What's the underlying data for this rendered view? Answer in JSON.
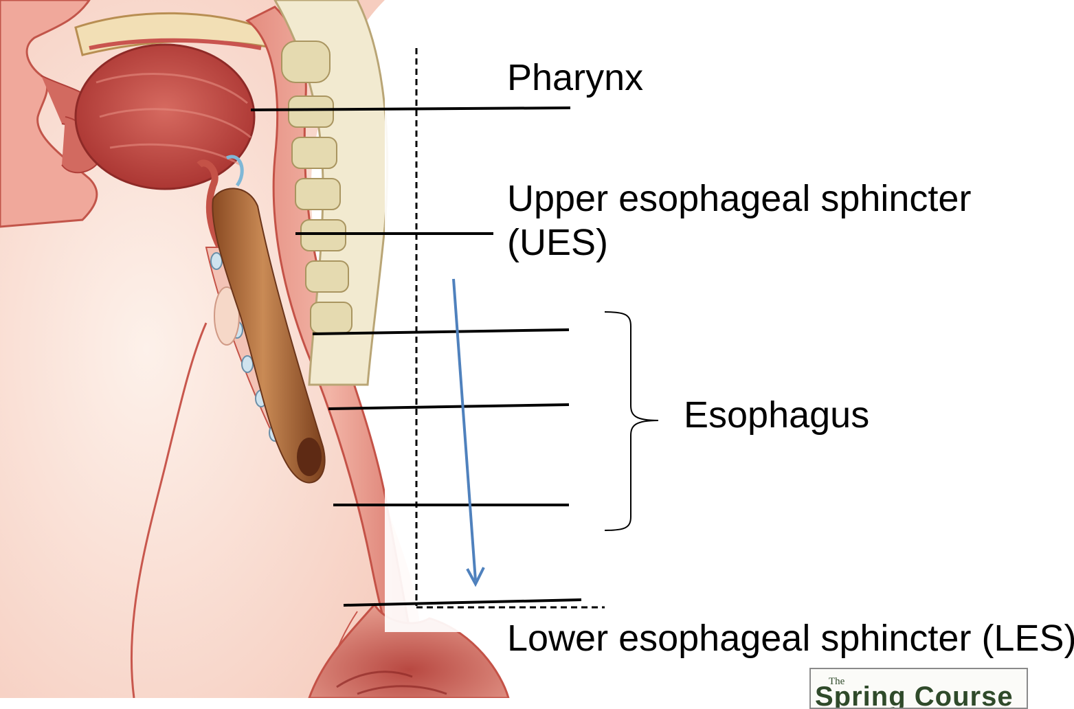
{
  "labels": {
    "pharynx": "Pharynx",
    "ues_line1": "Upper esophageal sphincter",
    "ues_line2": "(UES)",
    "esophagus": "Esophagus",
    "les": "Lower esophageal sphincter (LES)"
  },
  "logo": {
    "small": "The",
    "main": "Spring Course"
  },
  "colors": {
    "tissue": "#c9544f",
    "tissue_light": "#efb9ad",
    "esophagus_tube": "#b8733e",
    "spine": "#efe7c4",
    "arrow": "#4f81bd",
    "leader_lines": "#000000"
  }
}
